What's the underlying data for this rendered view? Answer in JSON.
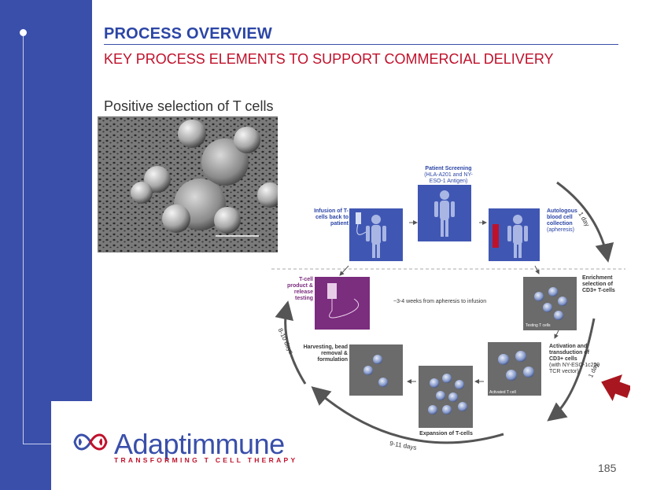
{
  "header": {
    "title": "PROCESS OVERVIEW",
    "subtitle": "KEY PROCESS ELEMENTS TO SUPPORT COMMERCIAL DELIVERY"
  },
  "photo": {
    "caption": "Positive selection of T cells"
  },
  "diagram": {
    "patient_screening_title": "Patient Screening",
    "patient_screening_sub": "(HLA-A201 and NY-ESO-1 Antigen)",
    "infusion": "Infusion of T-cells back to patient",
    "apheresis_title": "Autologous blood cell collection",
    "apheresis_sub": "(apheresis)",
    "enrichment": "Enrichment selection of CD3+ T-cells",
    "testing_label": "Testing T cells",
    "product": "T-cell product & release testing",
    "center": "~3-4 weeks from apheresis to infusion",
    "activation_title": "Activation and transduction of CD3+ cells",
    "activation_sub": "(with NY-ESO-1c259 TCR vector)",
    "activated_label": "Activated T cell",
    "expansion": "Expansion of T-cells",
    "harvesting": "Harvesting, bead removal & formulation",
    "time_1day_top": "1 day",
    "time_1day_right": "1 day",
    "time_8_10": "8-10 days",
    "time_9_11": "9-11 days"
  },
  "logo": {
    "name": "Adaptimmune",
    "tagline": "TRANSFORMING T CELL THERAPY"
  },
  "footer": {
    "page_number": "185"
  },
  "colors": {
    "brand_blue": "#3a4faa",
    "brand_red": "#c0112b",
    "product_purple": "#7b2d7e"
  }
}
